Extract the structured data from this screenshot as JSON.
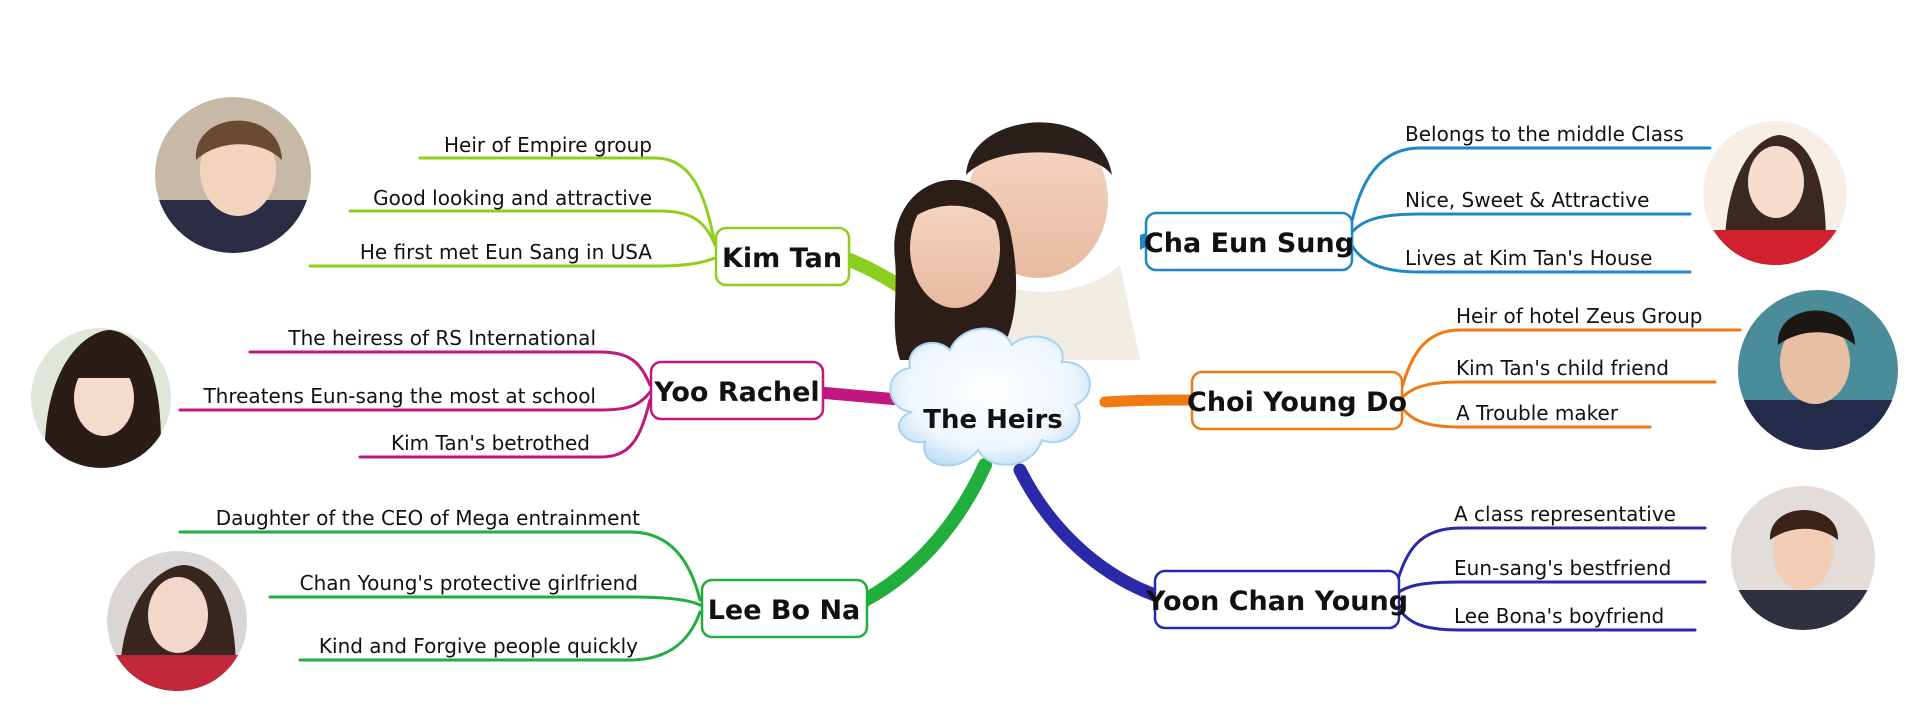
{
  "center": {
    "label": "The Heirs"
  },
  "nodes": [
    {
      "id": "kim-tan",
      "label": "Kim Tan",
      "color": "#8dcf1f",
      "details": [
        "Heir of Empire group",
        "Good looking and attractive",
        "He first met  Eun Sang in USA"
      ]
    },
    {
      "id": "yoo-rachel",
      "label": "Yoo Rachel",
      "color": "#c0187e",
      "details": [
        "The heiress of RS International",
        "Threatens Eun-sang the most at school",
        "Kim Tan's betrothed"
      ]
    },
    {
      "id": "lee-bo-na",
      "label": "Lee Bo Na",
      "color": "#21ae3c",
      "details": [
        "Daughter of the CEO of Mega entrainment",
        "Chan Young's protective girlfriend",
        "Kind and Forgive people quickly"
      ]
    },
    {
      "id": "cha-eun-sung",
      "label": "Cha Eun Sung",
      "color": "#1f86c8",
      "details": [
        "Belongs to the middle Class",
        "Nice, Sweet & Attractive",
        "Lives at Kim Tan's House"
      ]
    },
    {
      "id": "choi-young-do",
      "label": "Choi Young Do",
      "color": "#f07a12",
      "details": [
        "Heir of hotel Zeus Group",
        "Kim Tan's child friend",
        "A Trouble maker"
      ]
    },
    {
      "id": "yoon-chan-young",
      "label": "Yoon Chan Young",
      "color": "#2a2aa8",
      "details": [
        "A class representative",
        "Eun-sang's bestfriend",
        "Lee Bona's boyfriend"
      ]
    }
  ]
}
